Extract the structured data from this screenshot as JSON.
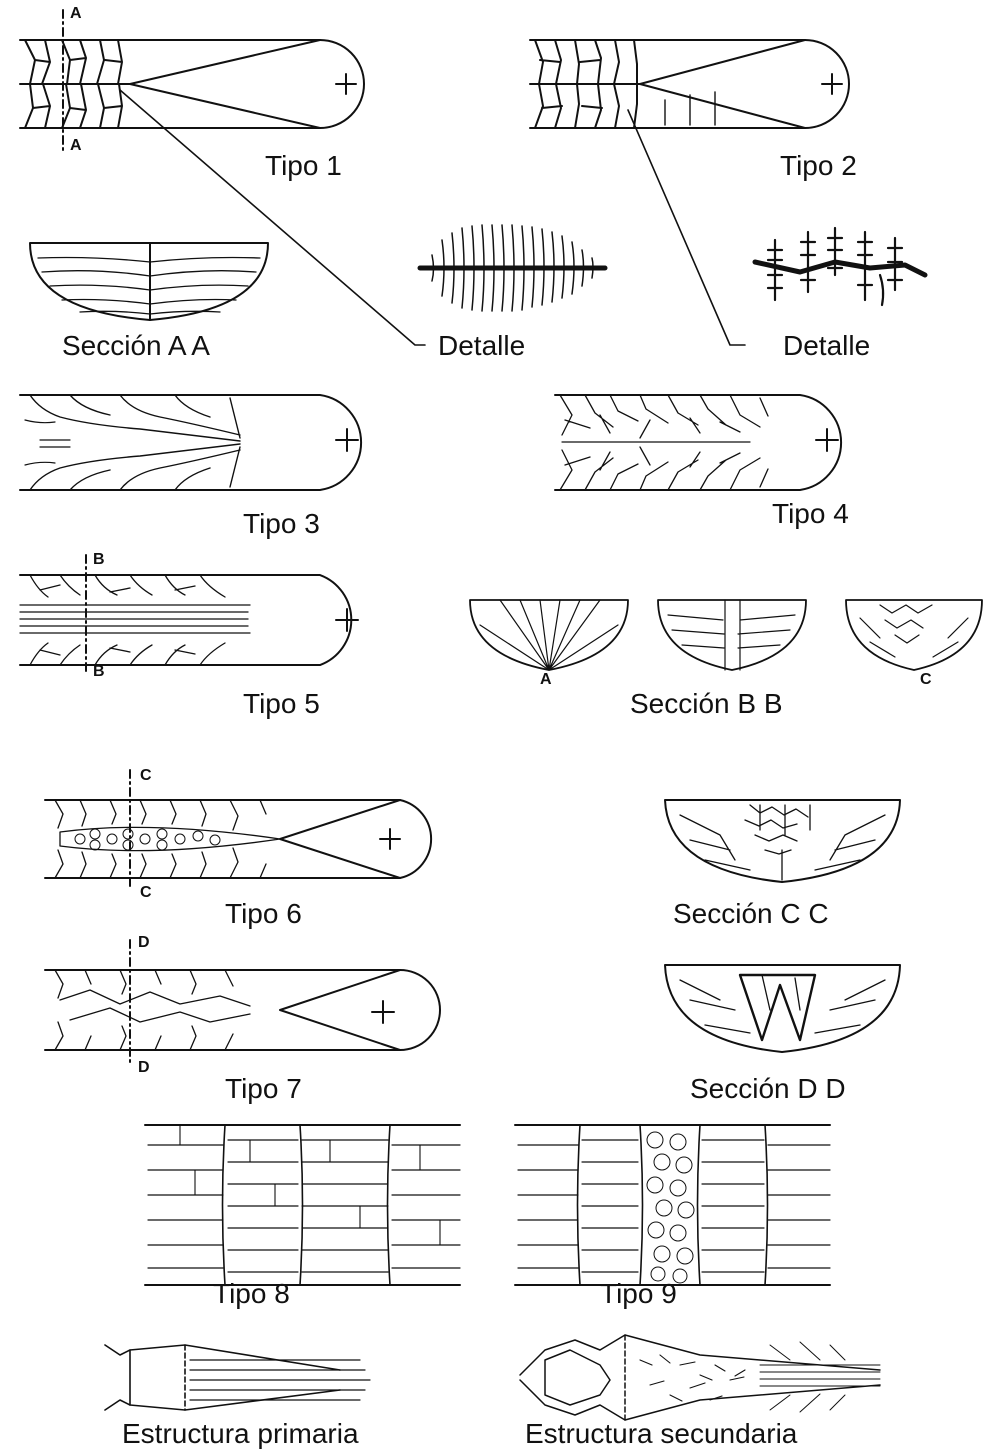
{
  "labels": {
    "tipo1": "Tipo 1",
    "tipo2": "Tipo 2",
    "seccion_aa": "Sección A A",
    "detalle1": "Detalle",
    "detalle2": "Detalle",
    "tipo3": "Tipo 3",
    "tipo4": "Tipo 4",
    "tipo5": "Tipo 5",
    "seccion_bb": "Sección B B",
    "tipo6": "Tipo 6",
    "seccion_cc": "Sección C C",
    "tipo7": "Tipo 7",
    "seccion_dd": "Sección D D",
    "tipo8": "Tipo 8",
    "tipo9": "Tipo 9",
    "estructura_primaria": "Estructura primaria",
    "estructura_secundaria": "Estructura secundaria"
  },
  "section_marks": {
    "a_top": "A",
    "a_bottom": "A",
    "b_top": "B",
    "b_bottom": "B",
    "c_top": "C",
    "c_bottom": "C",
    "d_top": "D",
    "d_bottom": "D",
    "sub_a": "A",
    "sub_c": "C"
  },
  "colors": {
    "ink": "#111111",
    "background": "#ffffff"
  }
}
